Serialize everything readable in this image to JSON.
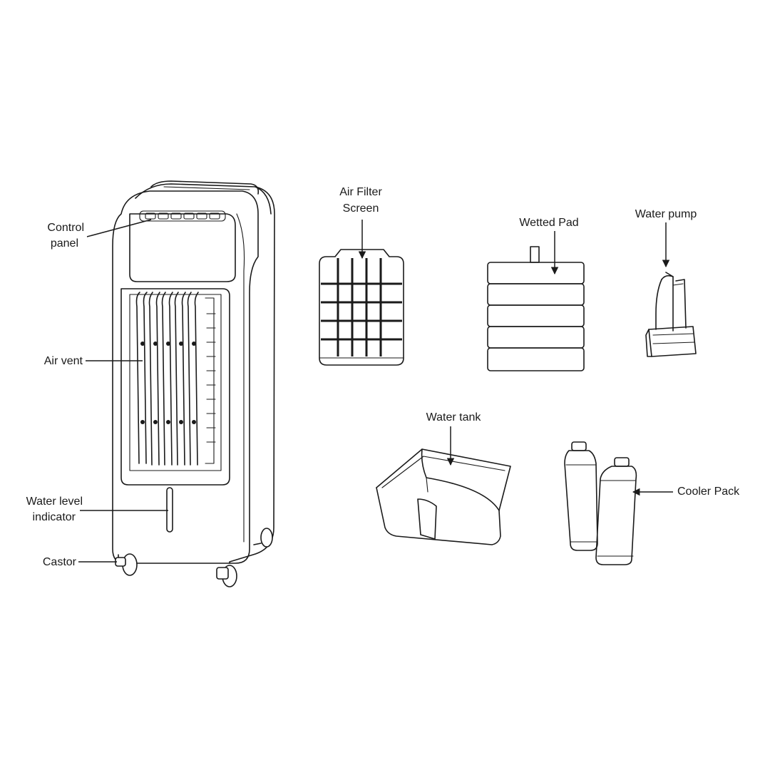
{
  "diagram": {
    "labels": {
      "control_panel_line1": "Control",
      "control_panel_line2": "panel",
      "air_vent": "Air vent",
      "water_level_line1": "Water level",
      "water_level_line2": "indicator",
      "castor": "Castor",
      "air_filter_line1": "Air Filter",
      "air_filter_line2": "Screen",
      "wetted_pad": "Wetted Pad",
      "water_pump": "Water pump",
      "water_tank": "Water tank",
      "cooler_pack": "Cooler Pack"
    },
    "colors": {
      "line": "#1a1a1a",
      "background": "#ffffff"
    }
  }
}
